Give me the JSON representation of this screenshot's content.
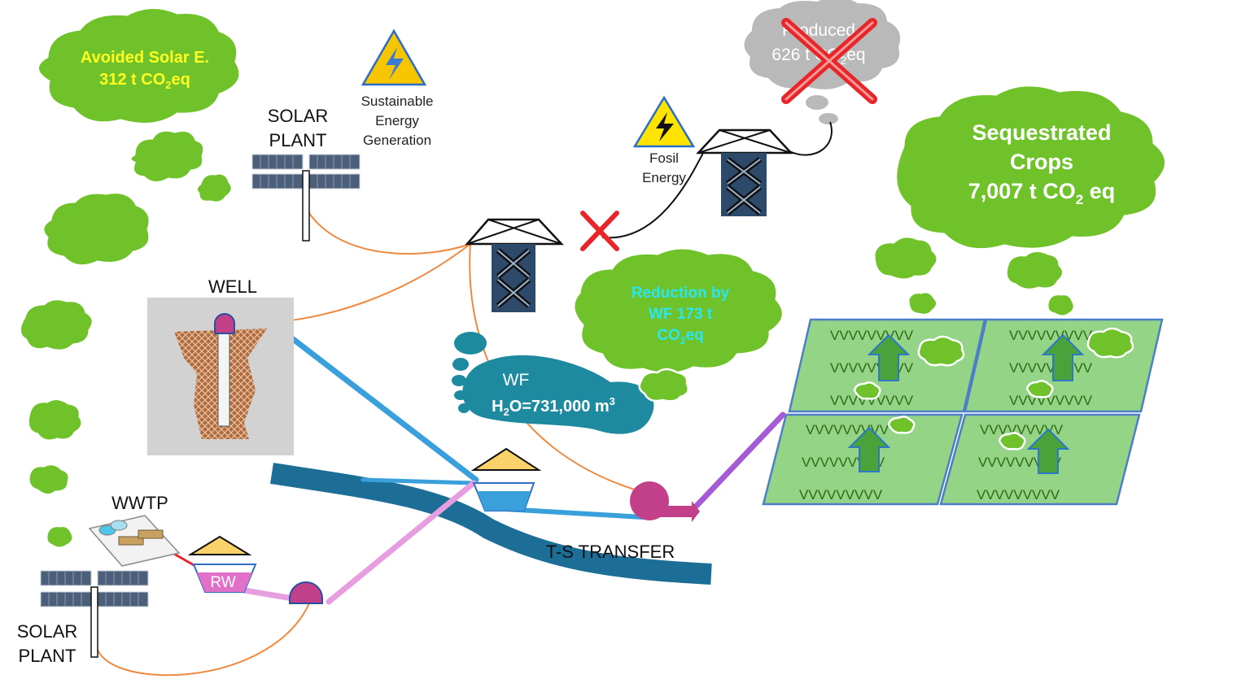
{
  "labels": {
    "avoided_solar_line1": "Avoided Solar E.",
    "avoided_solar_line2a": "312 t CO",
    "avoided_solar_sub": "2",
    "avoided_solar_line2b": "eq",
    "solar_plant_top_1": "SOLAR",
    "solar_plant_top_2": "PLANT",
    "sustainable_1": "Sustainable",
    "sustainable_2": "Energy",
    "sustainable_3": "Generation",
    "produced_1": "Produced",
    "produced_2a": "626 t CO",
    "produced_sub": "2",
    "produced_2b": "eq",
    "fosil_1": "Fosil",
    "fosil_2": "Energy",
    "sequestrated_1": "Sequestrated",
    "sequestrated_2": "Crops",
    "sequestrated_3a": "7,007 t CO",
    "sequestrated_sub": "2",
    "sequestrated_3b": " eq",
    "well": "WELL",
    "reduction_1": "Reduction by",
    "reduction_2": "WF 173 t",
    "reduction_3a": "CO",
    "reduction_sub": "2",
    "reduction_3b": "eq",
    "wf": "WF",
    "h2o_a": "H",
    "h2o_sub": "2",
    "h2o_b": "O=731,000 m",
    "h2o_sup": "3",
    "wwtp": "WWTP",
    "rw": "RW",
    "ts_transfer": "T-S TRANSFER",
    "solar_plant_bottom_1": "SOLAR",
    "solar_plant_bottom_2": "PLANT",
    "crop_row": "VVVVVVVVV"
  },
  "colors": {
    "cloud_green": "#6fc22a",
    "cloud_grey": "#b9b9b9",
    "field_green": "#93d486",
    "water_blue": "#3aa0dc",
    "river_blue": "#1d6e97",
    "pump_magenta": "#c2408a",
    "pink_pipe": "#e79ee0",
    "purple_pipe": "#a65bd6",
    "orange_wire": "#f0883e",
    "warning_yellow": "#f7c600",
    "footprint_teal": "#1d8aa0",
    "red_cross": "#e8262a"
  },
  "icons": [
    "lightning-warning-icon",
    "solar-panel-icon",
    "pylon-icon",
    "pump-icon",
    "tank-icon",
    "well-icon",
    "footprint-icon",
    "crossed-out-icon",
    "growth-arrow-icon",
    "wastewater-plant-icon"
  ]
}
